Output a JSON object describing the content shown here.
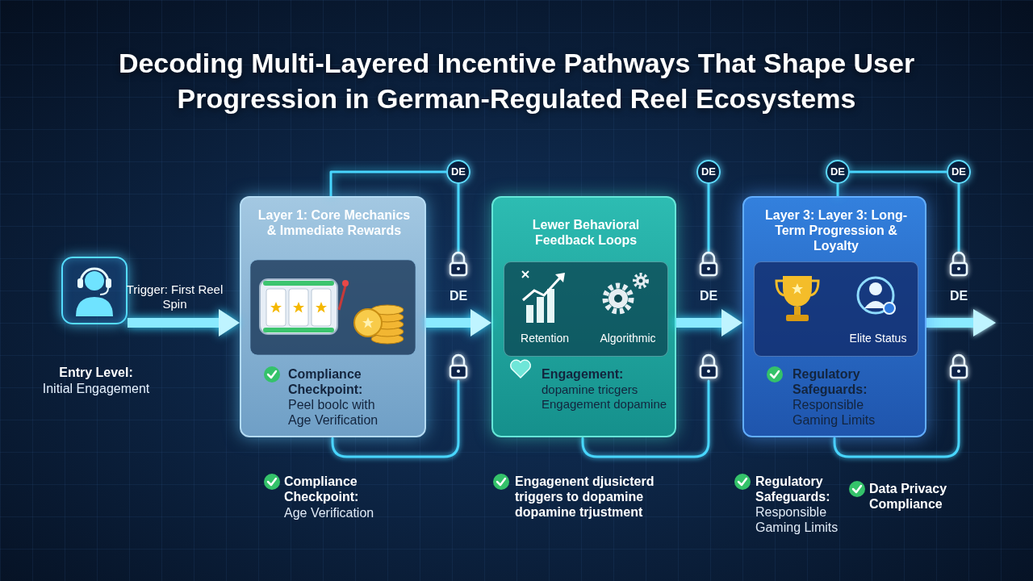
{
  "diagram": {
    "title": "Decoding Multi-Layered Incentive Pathways That Shape User Progression in German-Regulated Reel Ecosystems",
    "nodes": [
      {
        "text": [
          "Entry Level:",
          "Initial Engagement"
        ]
      },
      {
        "text": [
          "Layer 1: Core Mechanics & Immediate Rewards",
          "Compliance Checkpoint:",
          "Peel boolc with Age Verification"
        ]
      },
      {
        "text": [
          "Lewer Behavioral Feedback Loops",
          "Engagement:",
          "dopamine tricgers Engagement dopamine"
        ]
      },
      {
        "text": [
          "Retention",
          "Algorithmic"
        ],
        "in": 2
      },
      {
        "text": [
          "Layer 3: Layer 3: Long-Term Progression & Loyalty",
          "Regulatory Safeguards:",
          "Responsible Gaming Limits"
        ]
      },
      {
        "text": [
          "Elite Status"
        ],
        "in": 4
      },
      {
        "text": [
          "DE"
        ]
      },
      {
        "text": [
          "DE"
        ]
      },
      {
        "text": [
          "DE"
        ]
      },
      {
        "text": [
          "DE"
        ]
      }
    ],
    "edges": [
      {
        "from": 0,
        "to": 1,
        "label": "Trigger: First Reel Spin",
        "arrow": "to"
      },
      {
        "from": 1,
        "to": 2,
        "arrow": "to"
      },
      {
        "from": 2,
        "to": 4,
        "arrow": "to"
      },
      {
        "from": 1,
        "to": 6,
        "arrow": "none"
      },
      {
        "from": 4,
        "to": 8,
        "arrow": "none"
      },
      {
        "from": 8,
        "to": 9,
        "arrow": "none"
      }
    ],
    "labels": [
      "DE",
      "DE",
      "DE",
      "Compliance Checkpoint:",
      "Age Verification",
      "Engagenent djusicterd triggers to dopamine dopamine trjustment",
      "Regulatory Safeguards:",
      "Responsible Gaming Limits",
      "Data Privacy Compliance"
    ]
  }
}
